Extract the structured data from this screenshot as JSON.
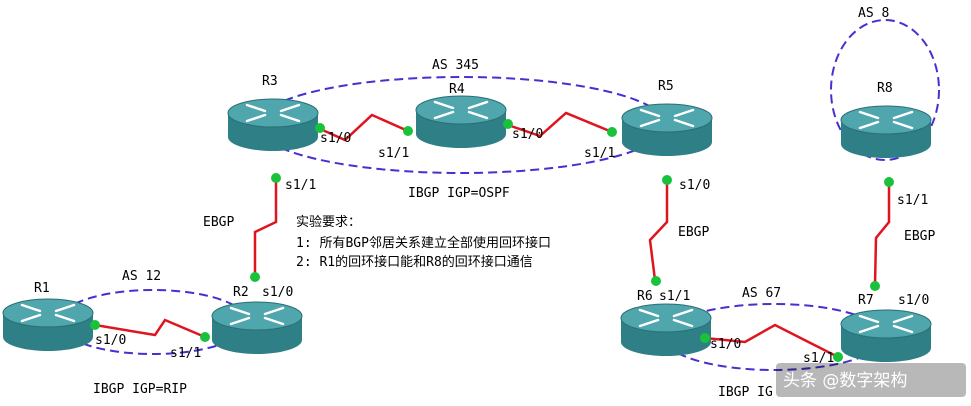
{
  "colors": {
    "as_boundary": "#4a2fd0",
    "link": "#e0141e",
    "port_dot": "#19c23a",
    "router_top": "#4fa6ad",
    "router_side": "#2f7f87",
    "router_arrow": "#ffffff"
  },
  "as_groups": [
    {
      "id": "as12",
      "label": "AS 12"
    },
    {
      "id": "as345",
      "label": "AS 345"
    },
    {
      "id": "as67",
      "label": "AS 67"
    },
    {
      "id": "as8",
      "label": "AS 8"
    }
  ],
  "routers": [
    {
      "id": "r1",
      "label": "R1"
    },
    {
      "id": "r2",
      "label": "R2"
    },
    {
      "id": "r3",
      "label": "R3"
    },
    {
      "id": "r4",
      "label": "R4"
    },
    {
      "id": "r5",
      "label": "R5"
    },
    {
      "id": "r6",
      "label": "R6"
    },
    {
      "id": "r7",
      "label": "R7"
    },
    {
      "id": "r8",
      "label": "R8"
    }
  ],
  "interfaces": {
    "r1_s10": "s1/0",
    "r2_s11": "s1/1",
    "r2_s10": "s1/0",
    "r3_s11": "s1/1",
    "r3_s10": "s1/0",
    "r4_s11": "s1/1",
    "r4_s10": "s1/0",
    "r5_s11": "s1/1",
    "r5_s10": "s1/0",
    "r6_s11": "s1/1",
    "r6_s10": "s1/0",
    "r7_s11": "s1/1",
    "r7_s10": "s1/0",
    "r8_s11": "s1/1"
  },
  "link_labels": {
    "r2_r3": "EBGP",
    "r5_r6": "EBGP",
    "r7_r8": "EBGP"
  },
  "igp_labels": {
    "as12": "IBGP IGP=RIP",
    "as345": "IBGP IGP=OSPF",
    "as67": "IBGP IG"
  },
  "requirements": {
    "title": "实验要求：",
    "items": [
      "1: 所有BGP邻居关系建立全部使用回环接口",
      "2: R1的回环接口能和R8的回环接口通信"
    ]
  },
  "watermark": "头条 @数字架构"
}
